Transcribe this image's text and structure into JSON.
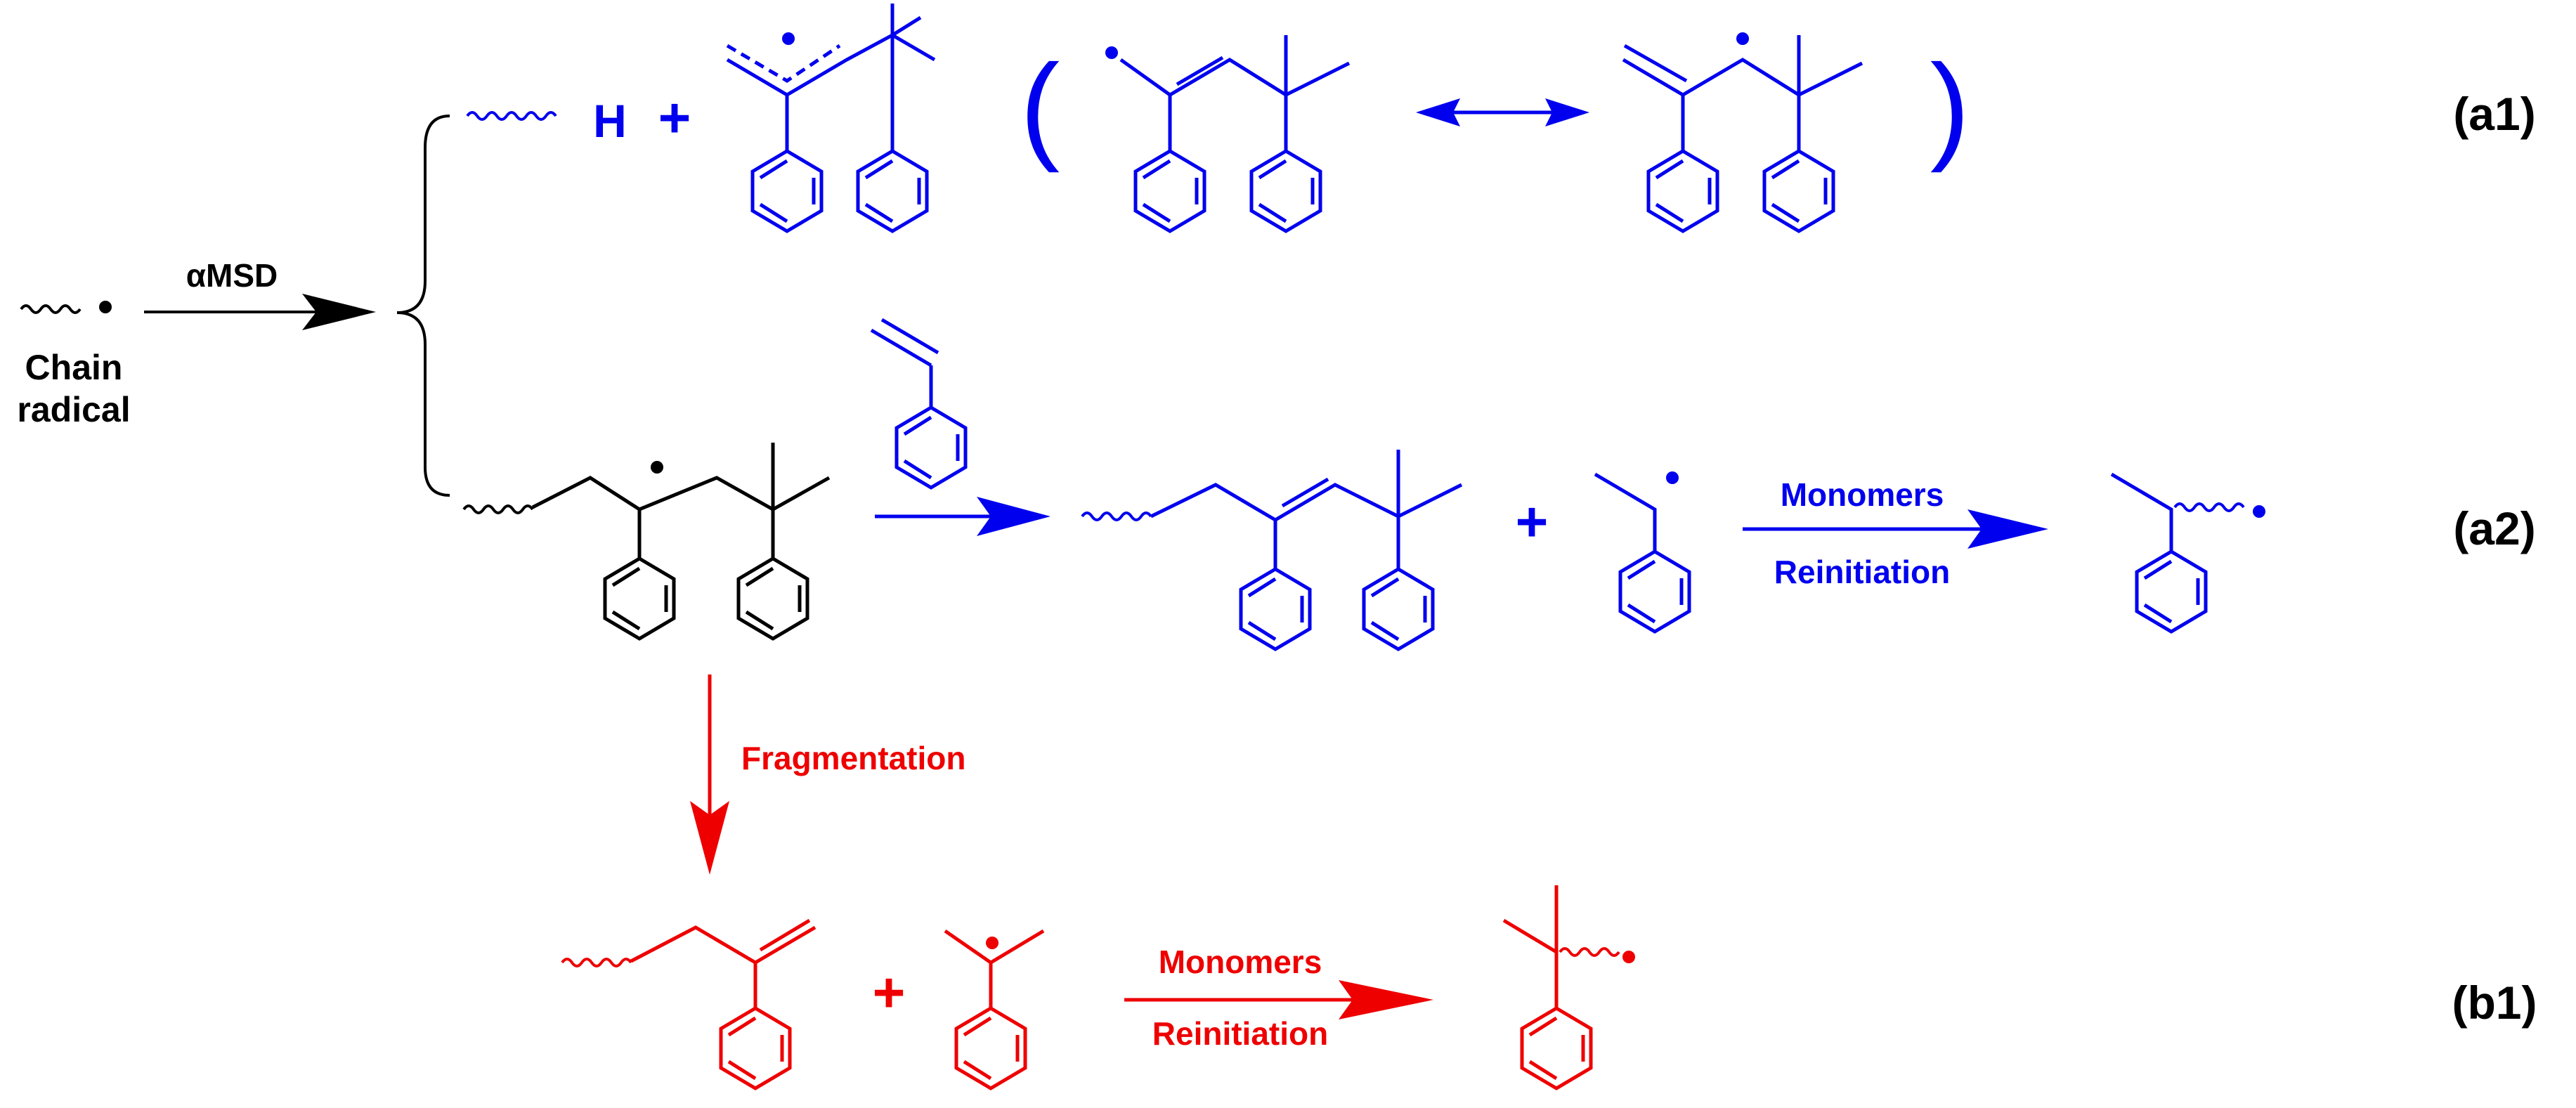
{
  "colors": {
    "black": "#000000",
    "blue": "#0000ee",
    "red": "#ee0000"
  },
  "start": {
    "line1": "Chain",
    "line2": "radical"
  },
  "main_arrow_label": "αMSD",
  "path_a1": {
    "label": "(a1)",
    "h_atom": "H",
    "plus": "+",
    "paren_open": "(",
    "paren_close": ")"
  },
  "path_a2": {
    "label": "(a2)",
    "plus": "+",
    "arrow_top": "Monomers",
    "arrow_bottom": "Reinitiation"
  },
  "path_b1": {
    "label": "(b1)",
    "fragmentation": "Fragmentation",
    "plus": "+",
    "arrow_top": "Monomers",
    "arrow_bottom": "Reinitiation"
  }
}
